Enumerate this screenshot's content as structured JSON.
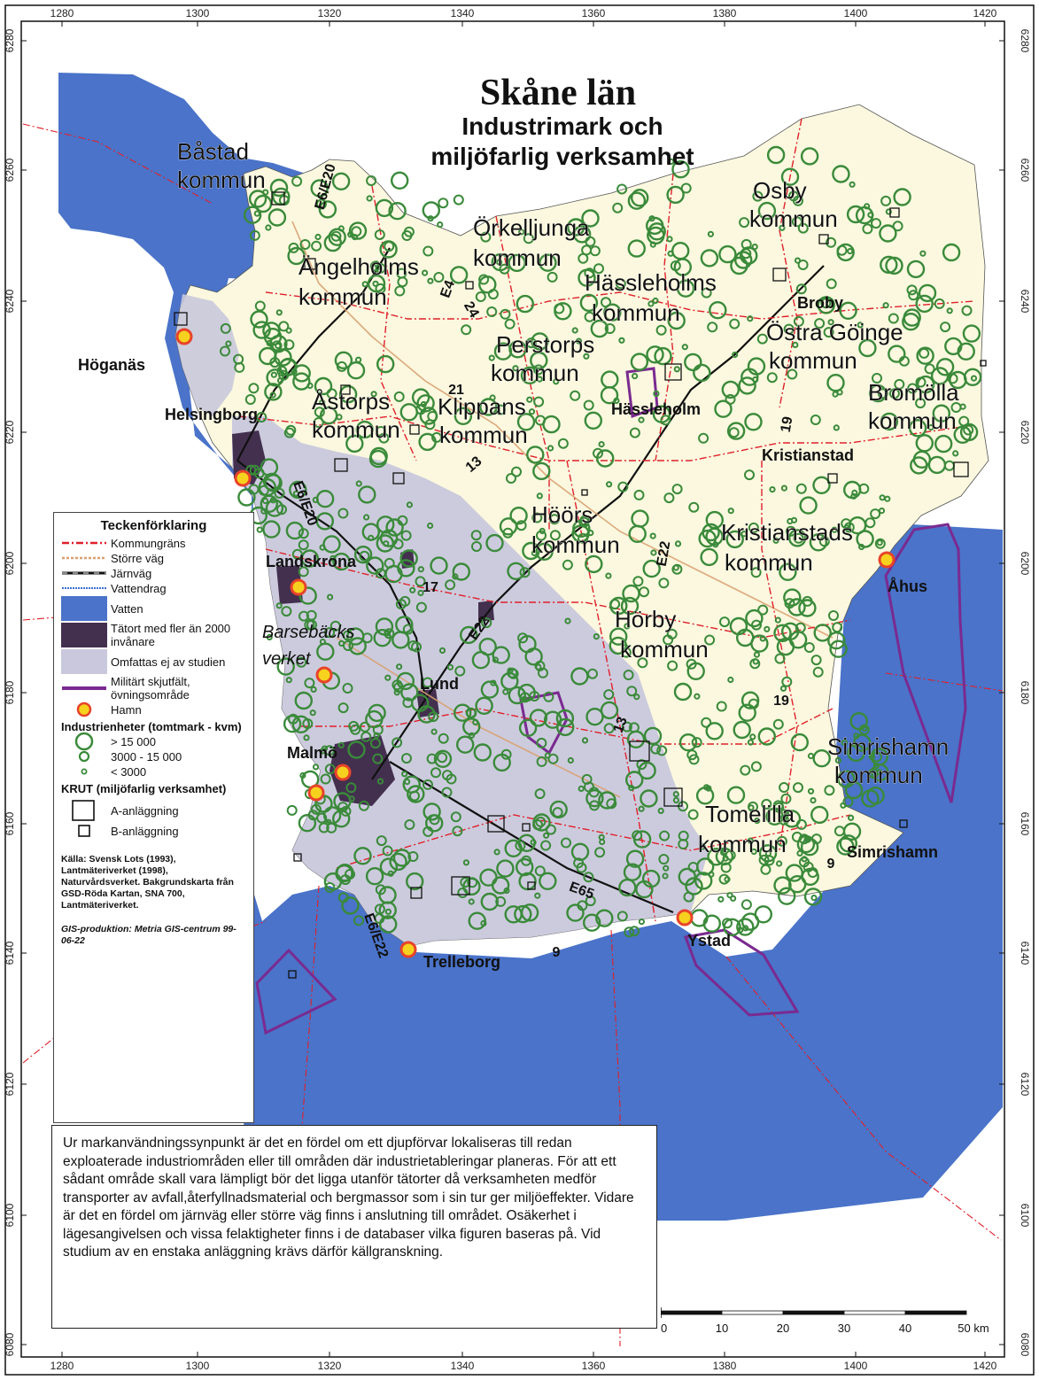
{
  "title": "Skåne län",
  "subtitle_lines": [
    "Industrimark och",
    "miljöfarlig verksamhet"
  ],
  "x_ticks": [
    "1280",
    "1300",
    "1320",
    "1340",
    "1360",
    "1380",
    "1400",
    "1420"
  ],
  "y_ticks": [
    "6280",
    "6260",
    "6240",
    "6220",
    "6200",
    "6180",
    "6160",
    "6140",
    "6120",
    "6100",
    "6080"
  ],
  "places": [
    {
      "text": "Båstad",
      "size": 26
    },
    {
      "text": "kommun",
      "size": 26
    },
    {
      "text": "Örkelljunga",
      "size": 26
    },
    {
      "text": "kommun",
      "size": 26
    },
    {
      "text": "Osby",
      "size": 26
    },
    {
      "text": "kommun",
      "size": 26
    },
    {
      "text": "Ängelholms",
      "size": 26
    },
    {
      "text": "kommun",
      "size": 26
    },
    {
      "text": "Hässleholms",
      "size": 26
    },
    {
      "text": "kommun",
      "size": 26
    },
    {
      "text": "Broby",
      "size": 18
    },
    {
      "text": "Perstorps",
      "size": 26
    },
    {
      "text": "kommun",
      "size": 26
    },
    {
      "text": "Östra Göinge",
      "size": 26
    },
    {
      "text": "kommun",
      "size": 26
    },
    {
      "text": "Höganäs",
      "size": 18
    },
    {
      "text": "Åstorps",
      "size": 26
    },
    {
      "text": "kommun",
      "size": 26
    },
    {
      "text": "Klippans",
      "size": 26
    },
    {
      "text": "kommun",
      "size": 26
    },
    {
      "text": "Hässleholm",
      "size": 18
    },
    {
      "text": "Bromölla",
      "size": 26
    },
    {
      "text": "kommun",
      "size": 26
    },
    {
      "text": "Helsingborg",
      "size": 18
    },
    {
      "text": "Kristianstad",
      "size": 18
    },
    {
      "text": "Höörs",
      "size": 26
    },
    {
      "text": "kommun",
      "size": 26
    },
    {
      "text": "Kristianstads",
      "size": 26
    },
    {
      "text": "kommun",
      "size": 26
    },
    {
      "text": "Landskrona",
      "size": 18
    },
    {
      "text": "Åhus",
      "size": 18
    },
    {
      "text": "Hörby",
      "size": 26
    },
    {
      "text": "kommun",
      "size": 26
    },
    {
      "text": "Barsebäcks",
      "size": 20
    },
    {
      "text": "verket",
      "size": 20
    },
    {
      "text": "Lund",
      "size": 18
    },
    {
      "text": "Malmö",
      "size": 18
    },
    {
      "text": "Simrishamn",
      "size": 26
    },
    {
      "text": "kommun",
      "size": 26
    },
    {
      "text": "Tomelilla",
      "size": 26
    },
    {
      "text": "kommun",
      "size": 26
    },
    {
      "text": "Simrishamn",
      "size": 18
    },
    {
      "text": "Ystad",
      "size": 18
    },
    {
      "text": "Trelleborg",
      "size": 18
    }
  ],
  "roads": [
    "E6/E20",
    "E4",
    "24",
    "21",
    "13",
    "E6/E20",
    "17",
    "E22",
    "E22",
    "19",
    "19",
    "13",
    "E65",
    "E6/E22",
    "9",
    "9"
  ],
  "legend": {
    "heading": "Teckenförklaring",
    "items": [
      {
        "label": "Kommungräns",
        "symbol": "municipal-border",
        "color": "#e0202a"
      },
      {
        "label": "Större väg",
        "symbol": "major-road",
        "color": "#d9a070"
      },
      {
        "label": "Järnväg",
        "symbol": "railway",
        "color": "#111111"
      },
      {
        "label": "Vattendrag",
        "symbol": "watercourse",
        "color": "#3a6fd0"
      },
      {
        "label": "Vatten",
        "symbol": "water",
        "color": "#4a73c9"
      },
      {
        "label": "Tätort med fler än 2000 invånare",
        "symbol": "urban-area",
        "color": "#43304f"
      },
      {
        "label": "Omfattas ej av studien",
        "symbol": "excluded-area",
        "color": "#c9c8dc"
      },
      {
        "label": "Militärt skjutfält, övningsområde",
        "symbol": "military-area",
        "color": "#7a2a90"
      },
      {
        "label": "Hamn",
        "symbol": "harbour",
        "color": "#f6d21e"
      }
    ],
    "industry_heading": "Industrienheter (tomtmark - kvm)",
    "industry_items": [
      {
        "label": "> 15 000",
        "symbol": "large-circle"
      },
      {
        "label": "3000 - 15 000",
        "symbol": "medium-circle"
      },
      {
        "label": "< 3000",
        "symbol": "small-circle"
      }
    ],
    "krut_heading": "KRUT (miljöfarlig verksamhet)",
    "krut_items": [
      {
        "label": "A-anläggning",
        "symbol": "large-square"
      },
      {
        "label": "B-anläggning",
        "symbol": "small-square"
      }
    ],
    "source": "Källa: Svensk Lots (1993), Lantmäteriverket (1998), Naturvårdsverket. Bakgrundskarta från GSD-Röda Kartan, SNA 700, Lantmäteriverket.",
    "gis": "GIS-produktion: Metria GIS-centrum 99-06-22"
  },
  "info_text": "Ur markanvändningssynpunkt är det en fördel om ett djupförvar lokaliseras till redan exploaterade industriområden eller till områden där industrietableringar planeras. För att ett sådant område skall vara lämpligt bör det ligga utanför tätorter då verksamheten medför transporter av avfall,återfyllnadsmaterial och bergmassor som i sin tur ger miljöeffekter. Vidare är det en fördel om järnväg eller större väg finns i anslutning till området. Osäkerhet i lägesangivelsen och vissa felaktigheter finns i de databaser vilka figuren baseras på. Vid studium av en enstaka anläggning krävs därför källgranskning.",
  "scale": {
    "ticks": [
      "0",
      "10",
      "20",
      "30",
      "40",
      "50 km"
    ]
  },
  "colors": {
    "water": "#4a73c9",
    "land": "#fbf8df",
    "excluded": "#c9c8dc",
    "urban": "#43304f",
    "border": "#e0202a",
    "industry": "#3a8a3a",
    "military": "#7a2a90",
    "harbour": "#f6d21e",
    "harbour_ring": "#e8432a"
  }
}
